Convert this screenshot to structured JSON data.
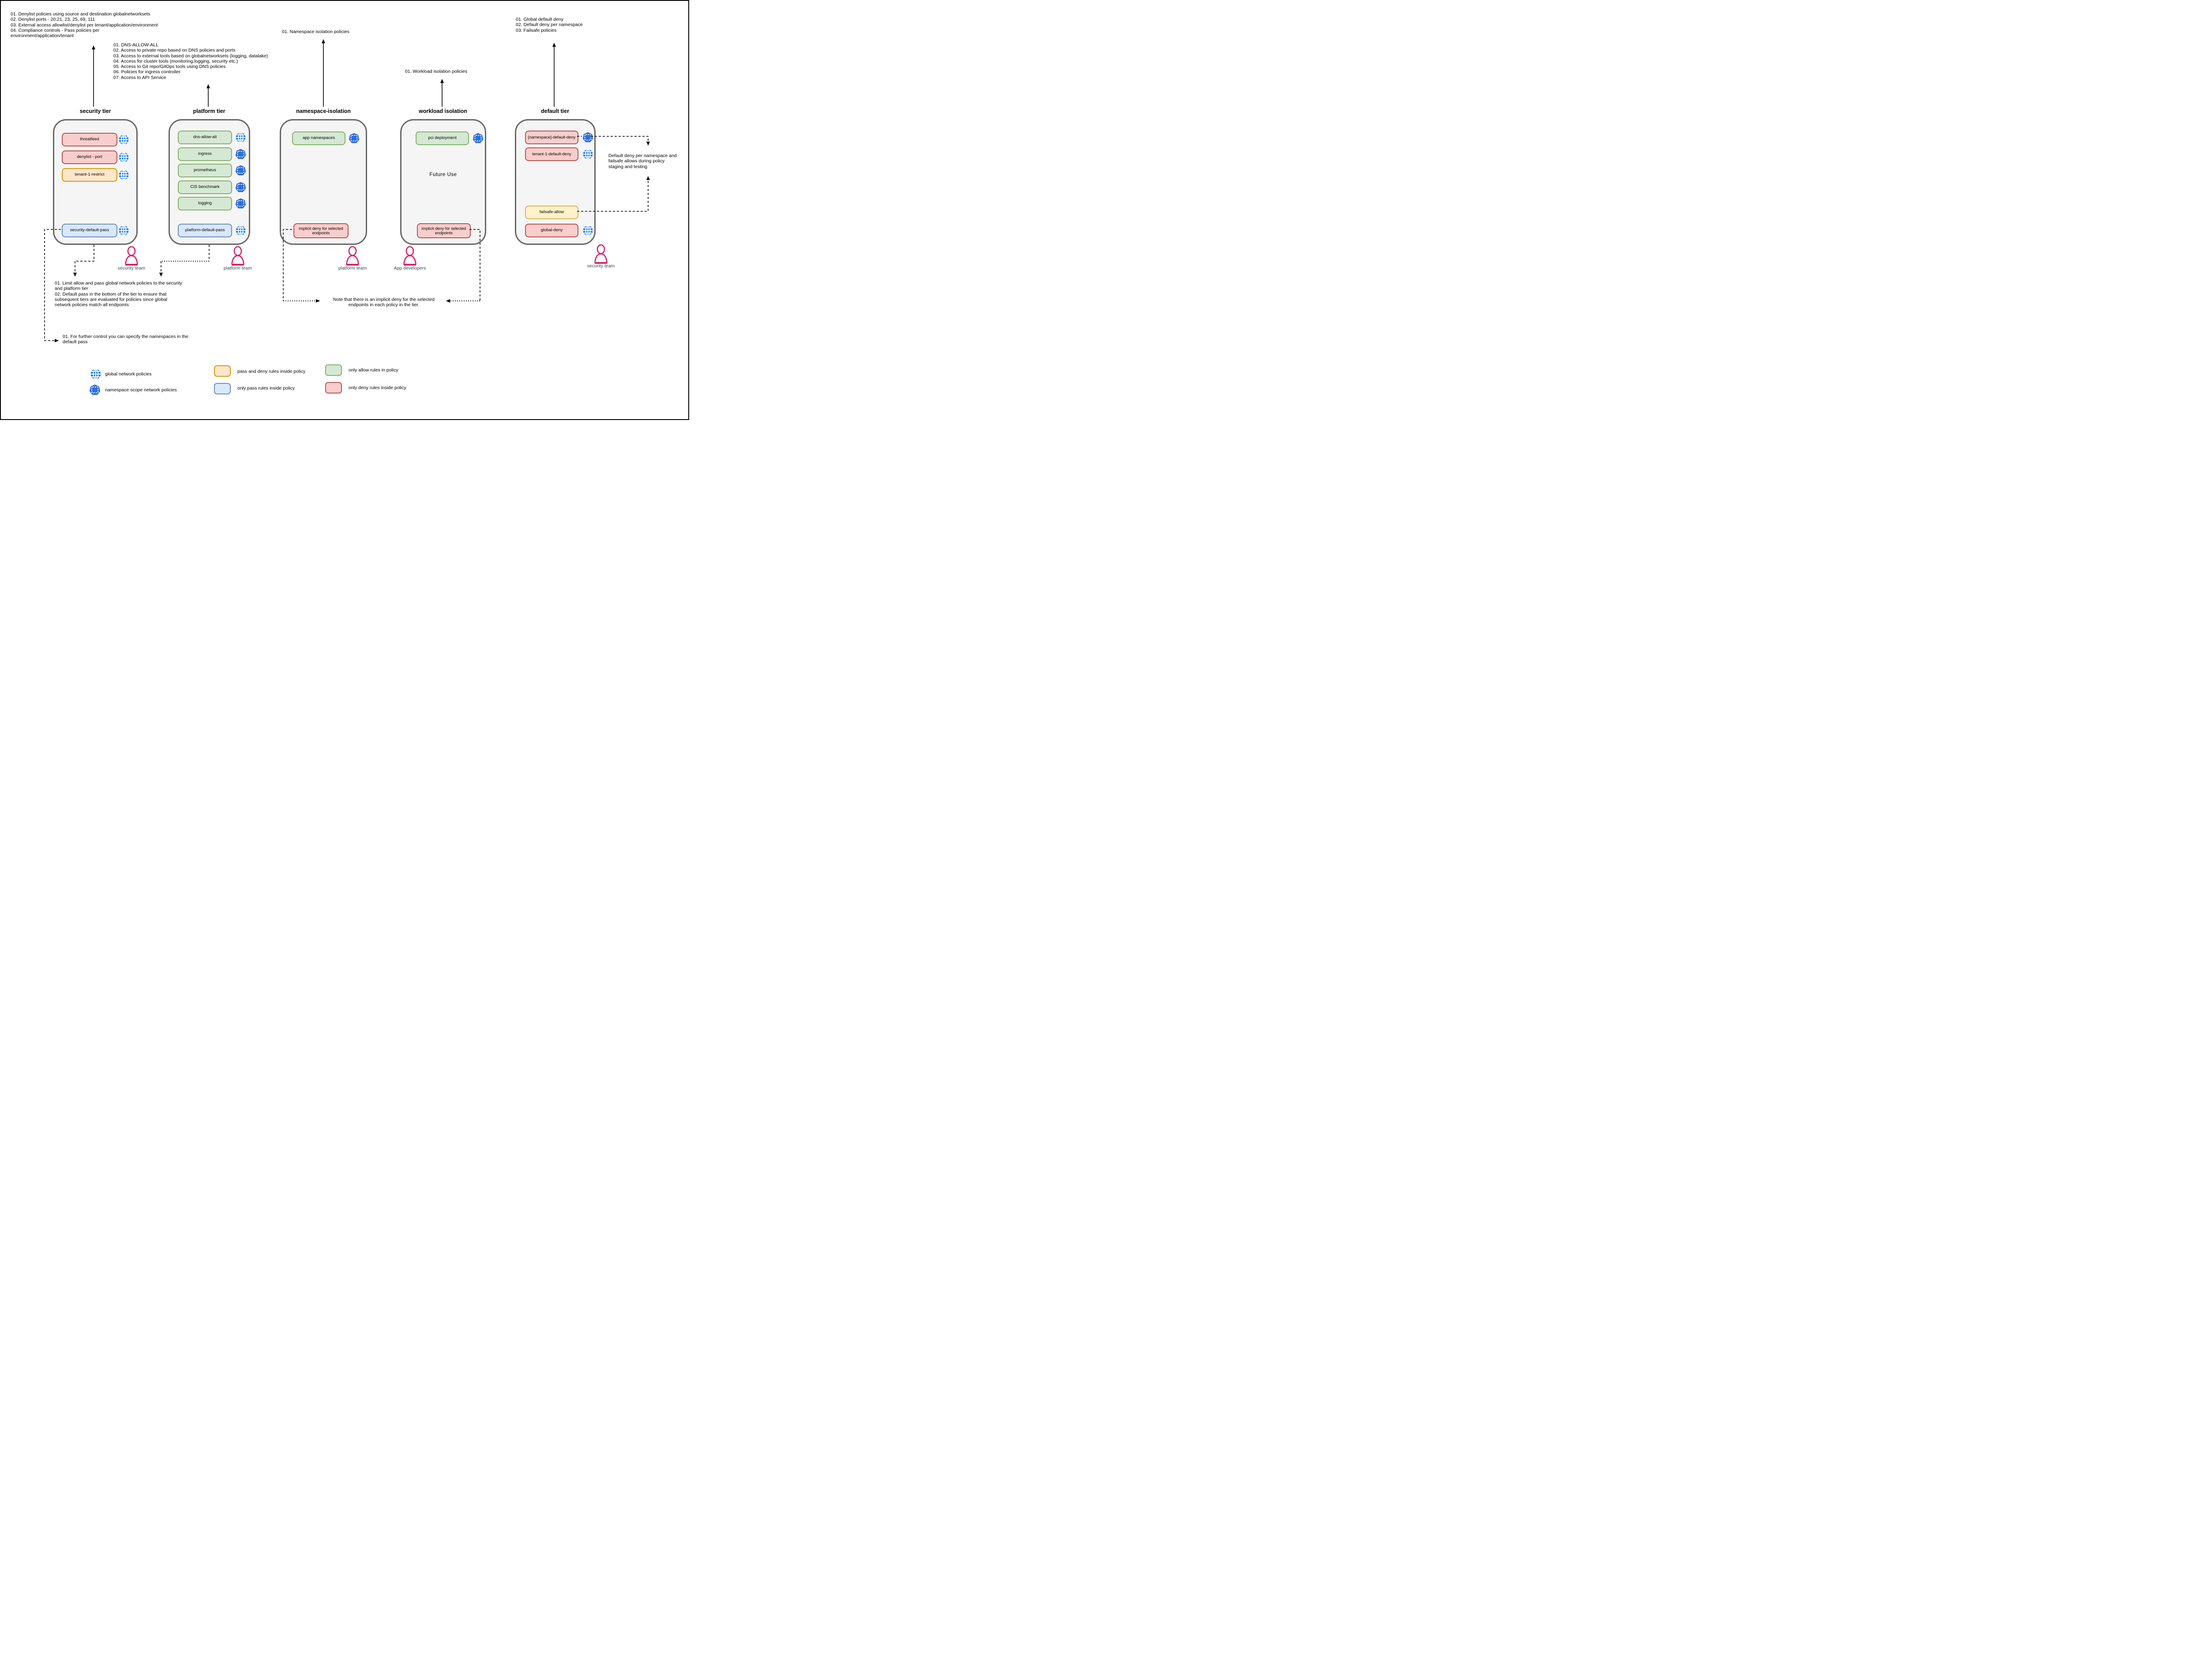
{
  "annotations": {
    "security_tier_notes": "01. Denylist policies using source and destination globalnetworksets\n02. Denylist ports - 20:21, 23, 25, 69, 111\n03. External access allowlist/denylist per tenant/application/environment\n04. Compliance controls - Pass policies per\nenvironment/application/tenant",
    "platform_tier_notes": "01. DNS-ALLOW-ALL\n02. Access to private repo based on DNS policies and ports\n03. Access to external tools based on globalnetworksets (logging, datalake)\n04. Access for cluster tools (monitoring,logging, security etc.)\n05. Access to Git repo/GitOps tools using DNS policies\n06. Policies for ingress controller\n07. Access to API Service",
    "namespace_isolation_notes": "01. Namespace isolation policies",
    "workload_isolation_notes": "01. Workload isolation policies",
    "default_tier_notes": "01. Global default deny\n02. Default deny per namespace\n03. Failsafe policies",
    "default_pass_note": "01. Limit allow and pass global network policies to the security\nand platform tier\n02. Default pass in the bottom of the tier to ensure that\nsubsequent tiers are evaluated for policies since global\nnetwork policies match all endpoints",
    "namespaces_note": "01. For further control you can specify the namespaces in the\ndefault pass",
    "implicit_deny_note": "Note that there is an implicit deny for the selected\nendpoints in each policy in the tier.",
    "staging_note": "Default deny per namespace and\nfailsafe allows during policy\nstaging and testing"
  },
  "tiers": [
    {
      "title": "security tier",
      "policies": [
        {
          "label": "threatfeed",
          "rule_type": "only deny rules inside policy",
          "scope": "global"
        },
        {
          "label": "denylist - port",
          "rule_type": "only deny rules inside policy",
          "scope": "global"
        },
        {
          "label": "tenant-1-restrict",
          "rule_type": "pass and deny rules inside policy",
          "scope": "global"
        },
        {
          "label": "security-default-pass",
          "rule_type": "only pass rules inside policy",
          "scope": "global"
        }
      ]
    },
    {
      "title": "platform tier",
      "policies": [
        {
          "label": "dns-allow-all",
          "rule_type": "only allow rules in policy",
          "scope": "global"
        },
        {
          "label": "ingress",
          "rule_type": "only allow rules in policy",
          "scope": "namespace"
        },
        {
          "label": "prometheus",
          "rule_type": "only allow rules in policy",
          "scope": "namespace"
        },
        {
          "label": "CIS benchmark",
          "rule_type": "only allow rules in policy",
          "scope": "namespace"
        },
        {
          "label": "logging",
          "rule_type": "only allow rules in policy",
          "scope": "namespace"
        },
        {
          "label": "platform-default-pass",
          "rule_type": "only pass rules inside policy",
          "scope": "global"
        }
      ]
    },
    {
      "title": "namespace-isolation",
      "policies": [
        {
          "label": "app namespaces",
          "rule_type": "only allow rules in policy",
          "scope": "namespace"
        },
        {
          "label": "implicit deny for selected endpoints",
          "rule_type": "only deny rules inside policy",
          "scope": ""
        }
      ]
    },
    {
      "title": "workload isolation",
      "body_note": "Future Use",
      "policies": [
        {
          "label": "pci deployment",
          "rule_type": "only allow rules in policy",
          "scope": "namespace"
        },
        {
          "label": "implicit deny for selected endpoints",
          "rule_type": "only deny rules inside policy",
          "scope": ""
        }
      ]
    },
    {
      "title": "default tier",
      "policies": [
        {
          "label": "[namespace]-default-deny",
          "rule_type": "only deny rules inside policy",
          "scope": "namespace"
        },
        {
          "label": "tenant-1-default-deny",
          "rule_type": "only deny rules inside policy",
          "scope": "global"
        },
        {
          "label": "failsafe-allow",
          "rule_type": "pass and deny rules inside policy",
          "scope": ""
        },
        {
          "label": "global-deny",
          "rule_type": "only deny rules inside policy",
          "scope": "global"
        }
      ]
    }
  ],
  "teams": [
    {
      "label": "security team"
    },
    {
      "label": "platform team"
    },
    {
      "label": "platform team"
    },
    {
      "label": "App developers"
    },
    {
      "label": "security team"
    }
  ],
  "legend": {
    "items": [
      {
        "icon": "globe-icon",
        "label": "global network policies"
      },
      {
        "icon": "namespace-icon",
        "label": "namespace scope network policies"
      },
      {
        "swatch": "orange",
        "label": "pass and deny rules inside policy"
      },
      {
        "swatch": "blue",
        "label": "only pass rules inside policy"
      },
      {
        "swatch": "green",
        "label": "only allow rules in policy"
      },
      {
        "swatch": "red",
        "label": "only deny rules inside policy"
      }
    ]
  },
  "colors": {
    "deny_fill": "#f8cecc",
    "deny_stroke": "#b85450",
    "pass_deny_fill": "#ffe6cc",
    "pass_deny_stroke": "#d79b00",
    "failsafe_fill": "#fff2cc",
    "failsafe_stroke": "#d6b656",
    "allow_fill": "#d5e8d4",
    "allow_stroke": "#82b366",
    "pass_fill": "#dae8fc",
    "pass_stroke": "#6c8ebf",
    "tier_fill": "#f5f5f5",
    "tier_stroke": "#666666",
    "globe_icon": "#1a7ce2",
    "namespace_icon": "#2d6edb",
    "person_icon": "#d6246e",
    "team_label": "#33475b"
  }
}
